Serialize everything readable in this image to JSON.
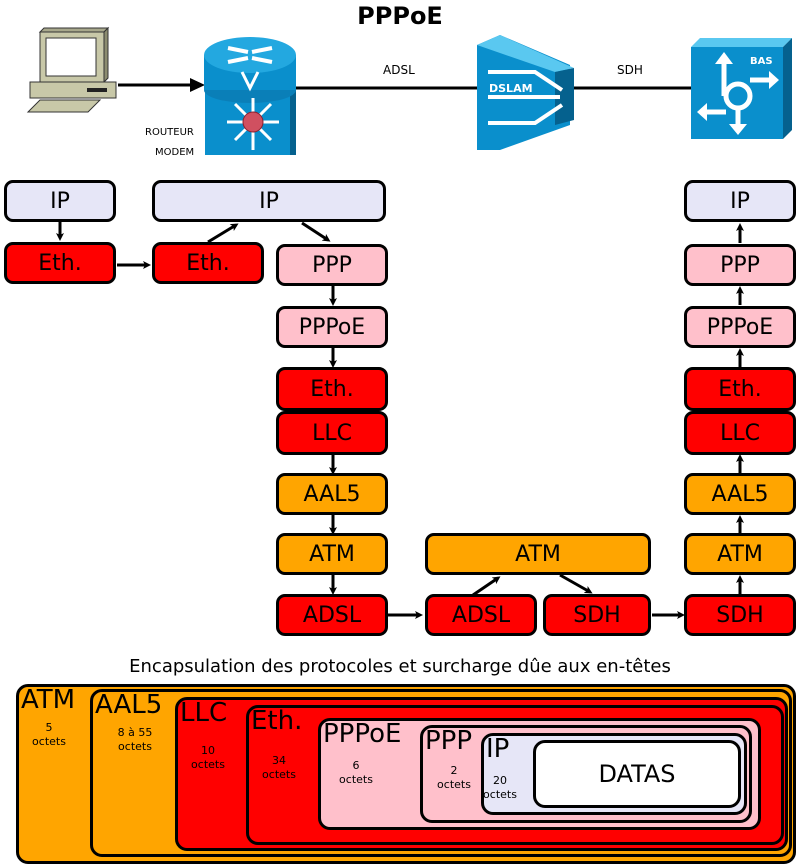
{
  "title": "PPPoE",
  "network": {
    "devices": [
      {
        "id": "pc",
        "icon": "computer-icon"
      },
      {
        "id": "router",
        "icon": "router-icon",
        "label_line1": "ROUTEUR",
        "label_line2": "MODEM"
      },
      {
        "id": "dslam",
        "icon": "dslam-icon",
        "label": "DSLAM"
      },
      {
        "id": "bas",
        "icon": "bas-icon",
        "label": "BAS"
      }
    ],
    "links": {
      "adsl": "ADSL",
      "sdh": "SDH"
    }
  },
  "stacks": {
    "pc": [
      "IP",
      "Eth."
    ],
    "router_ip": "IP",
    "router_lan": "Eth.",
    "router_wan": [
      "PPP",
      "PPPoE",
      "Eth.",
      "LLC",
      "AAL5",
      "ATM",
      "ADSL"
    ],
    "dslam_top": "ATM",
    "dslam_left": "ADSL",
    "dslam_right": "SDH",
    "bas": [
      "IP",
      "PPP",
      "PPPoE",
      "Eth.",
      "LLC",
      "AAL5",
      "ATM",
      "SDH"
    ]
  },
  "colors": {
    "ip": "#e6e6f7",
    "ppp": "#ffc0cb",
    "red": "#ff0000",
    "orange": "#ffa500",
    "device_blue": "#0a8fcc"
  },
  "encapsulation": {
    "title": "Encapsulation des protocoles et surcharge dûe aux en-têtes",
    "layers": [
      {
        "name": "ATM",
        "size": "5",
        "unit": "octets"
      },
      {
        "name": "AAL5",
        "size": "8 à 55",
        "unit": "octets"
      },
      {
        "name": "LLC",
        "size": "10",
        "unit": "octets"
      },
      {
        "name": "Eth.",
        "size": "34",
        "unit": "octets"
      },
      {
        "name": "PPPoE",
        "size": "6",
        "unit": "octets"
      },
      {
        "name": "PPP",
        "size": "2",
        "unit": "octets"
      },
      {
        "name": "IP",
        "size": "20",
        "unit": "octets"
      }
    ],
    "payload": "DATAS"
  }
}
